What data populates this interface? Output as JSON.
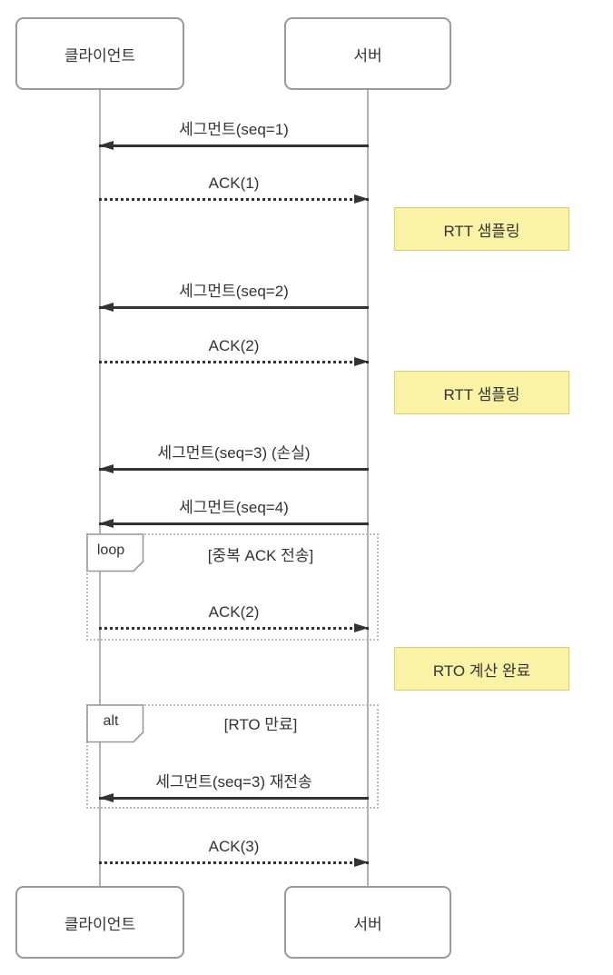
{
  "diagram_type": "sequence-diagram",
  "topic": "TCP RTT sampling and RTO retransmission",
  "colors": {
    "background": "#ffffff",
    "actor_border": "#9a9a9a",
    "actor_fill": "#ffffff",
    "text": "#333333",
    "lifeline": "#b3b3b3",
    "arrow": "#333333",
    "note_fill": "#FAF3A6",
    "note_border": "#D9CC7E",
    "frame_border": "#bcbcbc"
  },
  "actors": {
    "client": "클라이언트",
    "server": "서버"
  },
  "messages": [
    {
      "label": "세그먼트(seq=1)",
      "style": "solid",
      "from": "server",
      "to": "client"
    },
    {
      "label": "ACK(1)",
      "style": "dotted",
      "from": "client",
      "to": "server"
    },
    {
      "label": "세그먼트(seq=2)",
      "style": "solid",
      "from": "server",
      "to": "client"
    },
    {
      "label": "ACK(2)",
      "style": "dotted",
      "from": "client",
      "to": "server"
    },
    {
      "label": "세그먼트(seq=3) (손실)",
      "style": "solid",
      "from": "server",
      "to": "client"
    },
    {
      "label": "세그먼트(seq=4)",
      "style": "solid",
      "from": "server",
      "to": "client"
    },
    {
      "label": "ACK(2)",
      "style": "dotted",
      "from": "client",
      "to": "server"
    },
    {
      "label": "세그먼트(seq=3) 재전송",
      "style": "solid",
      "from": "server",
      "to": "client"
    },
    {
      "label": "ACK(3)",
      "style": "dotted",
      "from": "client",
      "to": "server"
    }
  ],
  "notes": [
    {
      "text": "RTT 샘플링"
    },
    {
      "text": "RTT 샘플링"
    },
    {
      "text": "RTO 계산 완료"
    }
  ],
  "frames": [
    {
      "type": "loop",
      "guard": "[중복 ACK 전송]"
    },
    {
      "type": "alt",
      "guard": "[RTO 만료]"
    }
  ]
}
